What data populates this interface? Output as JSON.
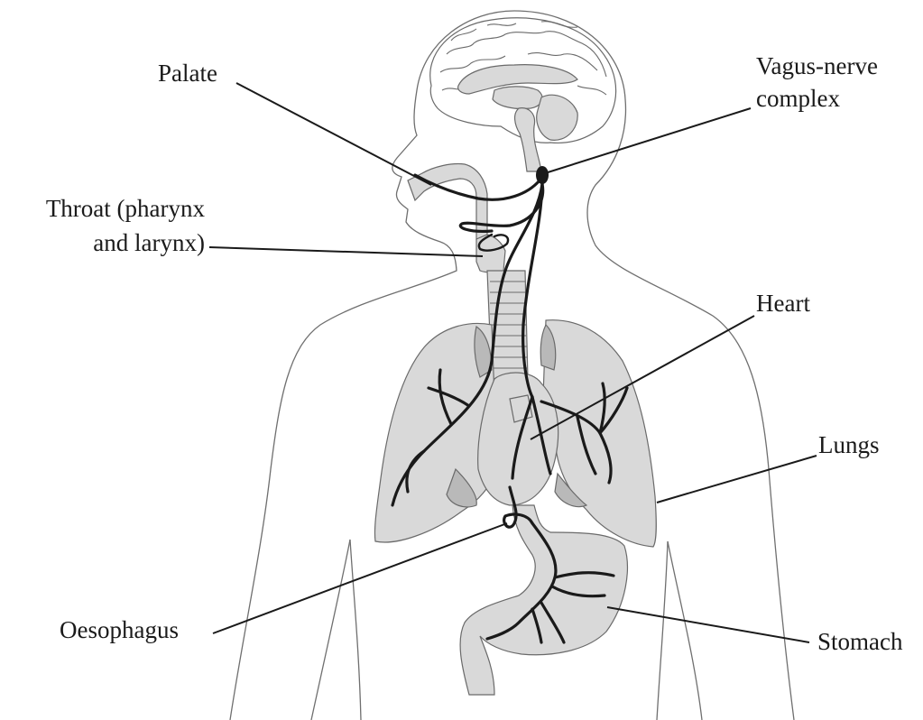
{
  "diagram": {
    "labels": {
      "palate": "Palate",
      "vagus_line1": "Vagus-nerve",
      "vagus_line2": "complex",
      "throat_line1": "Throat (pharynx",
      "throat_line2": "and larynx)",
      "heart": "Heart",
      "lungs": "Lungs",
      "oesophagus": "Oesophagus",
      "stomach": "Stomach"
    },
    "colors": {
      "organ_fill": "#d9d9d9",
      "organ_shadow": "#b9b9b9",
      "nerve": "#1a1a1a",
      "body_outline": "#6f6f6f",
      "background": "#ffffff"
    }
  }
}
